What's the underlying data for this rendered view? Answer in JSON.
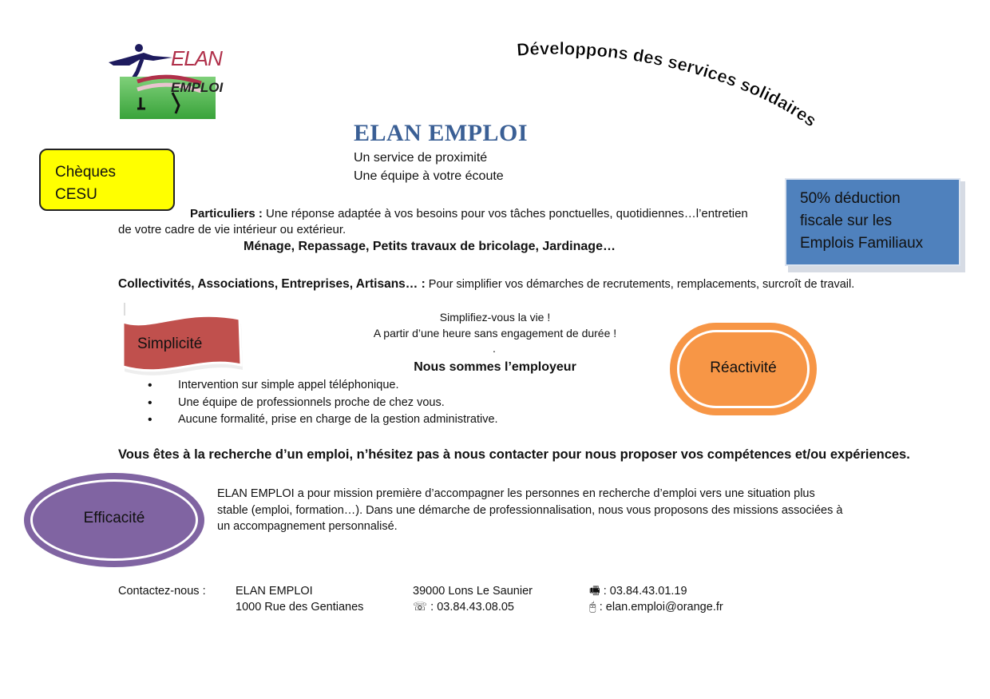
{
  "logo": {
    "text_elan": "ELAN",
    "text_emploi": "EMPLOI"
  },
  "arc_slogan": "Développons des services solidaires",
  "header": {
    "title": "ELAN EMPLOI",
    "subtitle_1": "Un service de proximité",
    "subtitle_2": "Une équipe à votre écoute"
  },
  "cesu": {
    "line1": "Chèques",
    "line2": "CESU"
  },
  "tax": {
    "line1": "50% déduction",
    "line2": "fiscale sur les",
    "line3": "Emplois Familiaux"
  },
  "particuliers": {
    "label": "Particuliers :",
    "text_1": " Une réponse adaptée à vos besoins pour vos tâches ponctuelles, quotidiennes…l’entretien",
    "text_2": "de votre cadre de vie intérieur ou extérieur."
  },
  "services": "Ménage, Repassage, Petits travaux de bricolage, Jardinage…",
  "collectivites": {
    "label": "Collectivités, Associations, Entreprises, Artisans… :",
    "text": " Pour simplifier vos démarches  de recrutements, remplacements, surcroît de travail."
  },
  "center": {
    "line1": "Simplifiez-vous la vie !",
    "line2": "A partir d’une heure sans engagement de durée !",
    "dot": ".",
    "employer": "Nous sommes l’employeur"
  },
  "bullets": [
    "Intervention sur  simple appel téléphonique.",
    "Une équipe  de professionnels proche de chez vous.",
    "Aucune formalité, prise en charge de la gestion administrative."
  ],
  "badges": {
    "simplicite": "Simplicité",
    "reactivite": "Réactivité",
    "efficacite": "Efficacité"
  },
  "job_seekers": "Vous êtes à la recherche d’un emploi, n’hésitez pas à nous contacter pour nous proposer vos compétences et/ou expériences.",
  "mission": {
    "line1": "ELAN EMPLOI a pour mission première d’accompagner les personnes en recherche d’emploi vers une situation plus",
    "line2": "stable (emploi, formation…). Dans une démarche de professionnalisation, nous vous proposons des missions associées à",
    "line3": "un  accompagnement  personnalisé."
  },
  "contact": {
    "label": "Contactez-nous :",
    "name": "ELAN EMPLOI",
    "street": "1000 Rue des Gentianes",
    "city": "39000 Lons Le Saunier",
    "phone_icon": "phone-icon",
    "phone": " : 03.84.43.08.05",
    "fax_icon": "fax-icon",
    "fax": " : 03.84.43.01.19",
    "email_icon": "mouse-icon",
    "email": " : elan.emploi@orange.fr"
  }
}
